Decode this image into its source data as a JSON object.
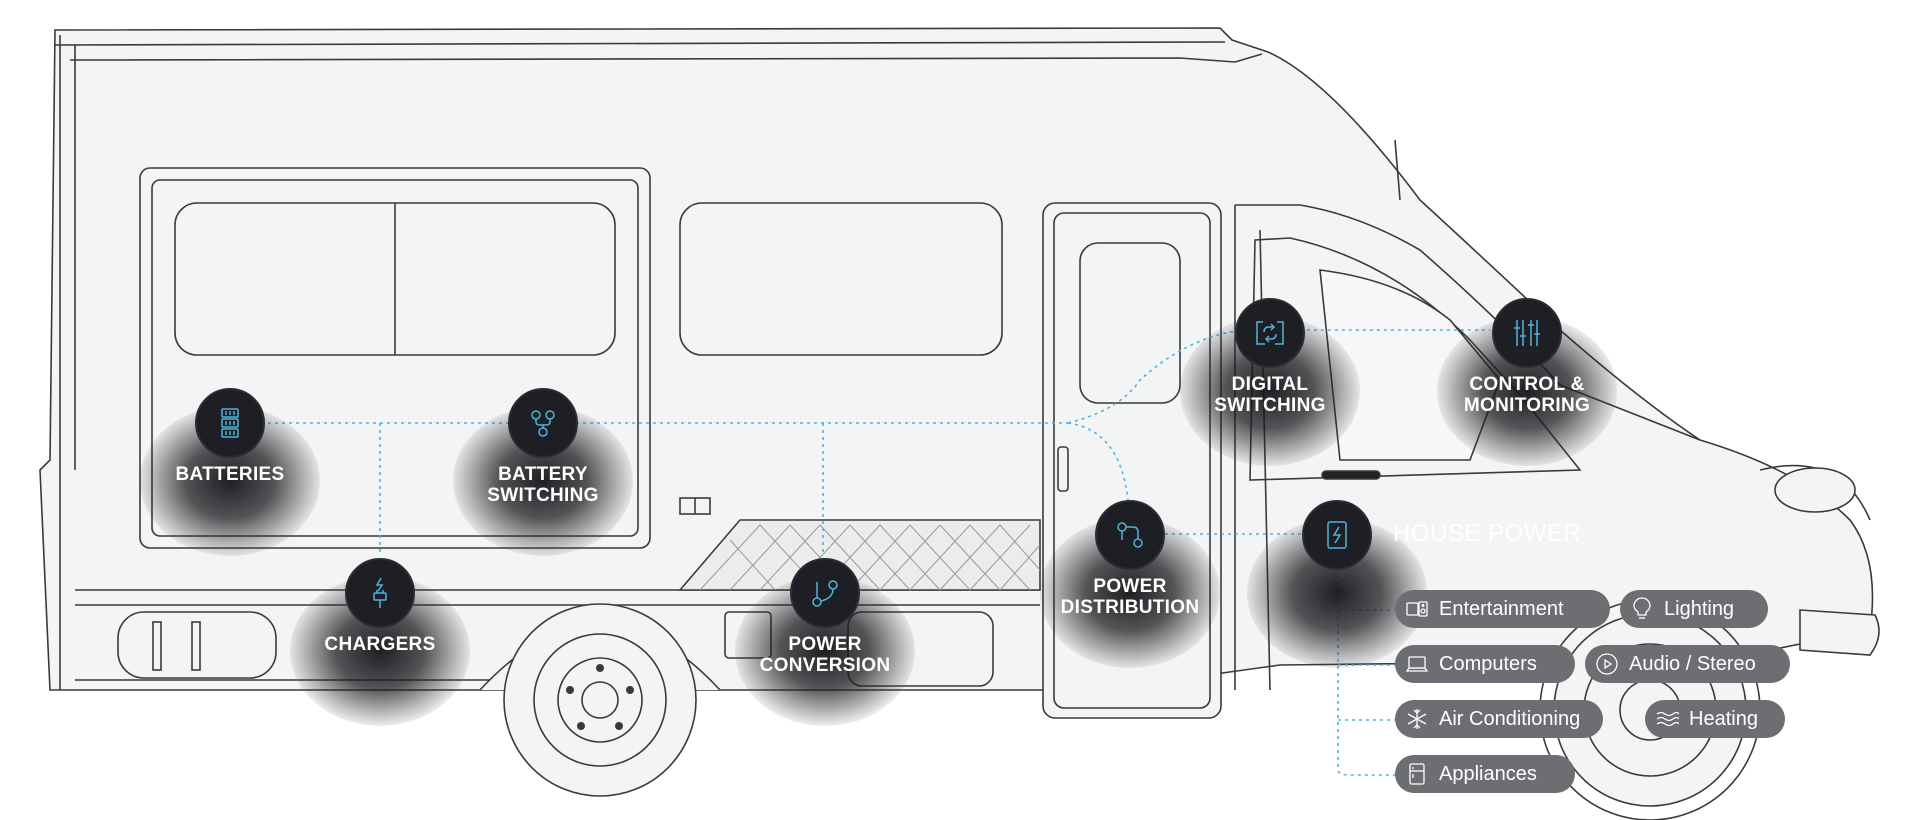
{
  "nodes": {
    "batteries": {
      "label": "BATTERIES",
      "icon": "battery-stack-icon"
    },
    "battery_switching": {
      "label": "BATTERY\nSWITCHING",
      "icon": "battery-switch-icon"
    },
    "chargers": {
      "label": "CHARGERS",
      "icon": "charger-plug-icon"
    },
    "power_conversion": {
      "label": "POWER\nCONVERSION",
      "icon": "power-conversion-icon"
    },
    "power_distribution": {
      "label": "POWER\nDISTRIBUTION",
      "icon": "power-distribution-icon"
    },
    "digital_switching": {
      "label": "DIGITAL\nSWITCHING",
      "icon": "digital-switching-icon"
    },
    "control_monitoring": {
      "label": "CONTROL &\nMONITORING",
      "icon": "sliders-icon"
    },
    "house_power": {
      "label": "HOUSE POWER",
      "icon": "house-power-icon"
    }
  },
  "loads": [
    {
      "label": "Entertainment",
      "icon": "tv-speaker-icon"
    },
    {
      "label": "Lighting",
      "icon": "bulb-icon"
    },
    {
      "label": "Computers",
      "icon": "laptop-icon"
    },
    {
      "label": "Audio / Stereo",
      "icon": "play-icon"
    },
    {
      "label": "Air Conditioning",
      "icon": "snowflake-icon"
    },
    {
      "label": "Heating",
      "icon": "heat-waves-icon"
    },
    {
      "label": "Appliances",
      "icon": "fridge-icon"
    }
  ],
  "colors": {
    "node_fill": "#1d1f24",
    "icon_stroke": "#4fb3d9",
    "connector": "#4fb3d9",
    "pill_fill": "#6d6e72",
    "van_line": "#3a3a3a",
    "van_fill": "#f3f4f4"
  }
}
